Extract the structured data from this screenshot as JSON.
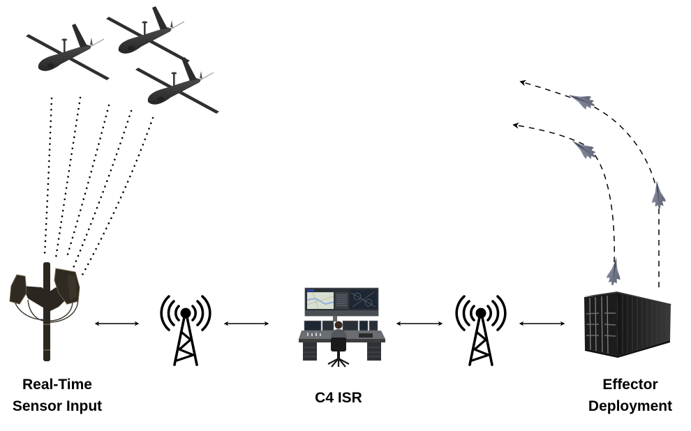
{
  "diagram": {
    "title": "Sensor-to-Effector Kill Chain",
    "nodes": [
      {
        "id": "sensor",
        "icon": "sensor-mast-icon",
        "label_lines": [
          "Real-Time",
          "Sensor Input"
        ]
      },
      {
        "id": "relay-1",
        "icon": "radio-tower-icon",
        "label_lines": []
      },
      {
        "id": "c4isr",
        "icon": "command-console-icon",
        "label_lines": [
          "C4 ISR"
        ]
      },
      {
        "id": "relay-2",
        "icon": "radio-tower-icon",
        "label_lines": []
      },
      {
        "id": "effector",
        "icon": "shipping-container-icon",
        "label_lines": [
          "Effector",
          "Deployment"
        ]
      }
    ],
    "links": [
      {
        "from": "sensor",
        "to": "relay-1",
        "style": "bidirectional-arrow"
      },
      {
        "from": "relay-1",
        "to": "c4isr",
        "style": "bidirectional-arrow"
      },
      {
        "from": "c4isr",
        "to": "relay-2",
        "style": "bidirectional-arrow"
      },
      {
        "from": "relay-2",
        "to": "effector",
        "style": "bidirectional-arrow"
      }
    ],
    "threats": {
      "icon": "uav-drone-icon",
      "count": 3,
      "sensor_beam_count": 5,
      "sensor_beam_style": "dotted"
    },
    "interceptors": {
      "icon": "interceptor-jet-icon",
      "count": 4,
      "trajectory_count": 2,
      "trajectory_style": "dashed-arrow"
    }
  },
  "colors": {
    "background": "#ffffff",
    "ink": "#000000",
    "drone": "#2f2f2f",
    "drone_highlight": "#4a4a4a",
    "sensor_body": "#2b261f",
    "sensor_accent": "#6e5f48",
    "container": "#1c1c1c",
    "container_ribs": "#3a3a3a",
    "interceptor": "#6c7182",
    "interceptor_light": "#9aa0b2",
    "console_body": "#3c3c3c",
    "console_screen": "#1d2733",
    "map_bg": "#d9dfd0",
    "map_water": "#8fb2e0",
    "screen_accent": "#2a47a8"
  }
}
